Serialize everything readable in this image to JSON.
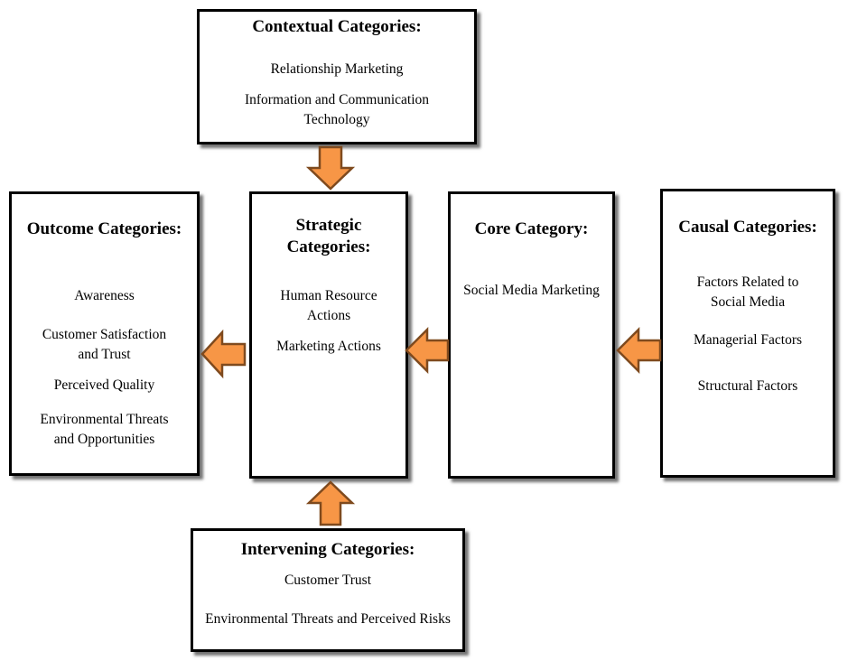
{
  "contextual": {
    "heading": "Contextual Categories:",
    "items": [
      "Relationship Marketing",
      "Information and Communication",
      "Technology"
    ]
  },
  "outcome": {
    "heading": "Outcome Categories:",
    "items": [
      "Awareness",
      "Customer Satisfaction",
      "and Trust",
      "Perceived Quality",
      "Environmental Threats",
      "and Opportunities"
    ]
  },
  "strategic": {
    "heading_line1": "Strategic",
    "heading_line2": "Categories:",
    "items": [
      "Human Resource",
      "Actions",
      "Marketing Actions"
    ]
  },
  "core": {
    "heading": "Core Category:",
    "items": [
      "Social Media Marketing"
    ]
  },
  "causal": {
    "heading": "Causal Categories:",
    "items": [
      "Factors Related to",
      "Social Media",
      "Managerial Factors",
      "Structural Factors"
    ]
  },
  "intervening": {
    "heading": "Intervening Categories:",
    "items": [
      "Customer Trust",
      "Environmental Threats and Perceived Risks"
    ]
  },
  "colors": {
    "arrow_fill": "#f79646",
    "arrow_stroke": "#7f4a1e"
  }
}
